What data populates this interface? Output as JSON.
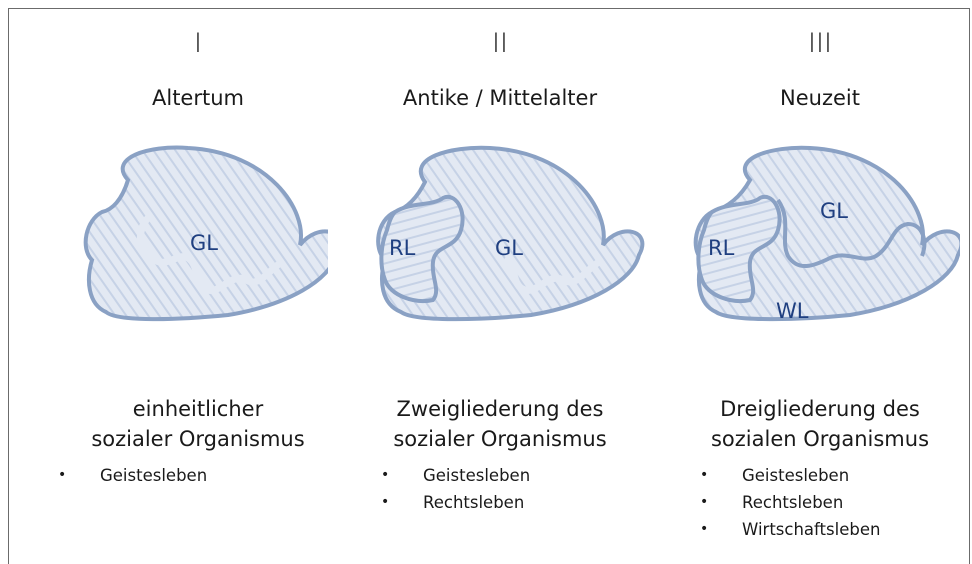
{
  "columns": [
    {
      "numeral": "I",
      "era": "Altertum",
      "labels": {
        "gl": "GL"
      },
      "description": [
        "einheitlicher",
        "sozialer Organismus"
      ],
      "items": [
        "Geistesleben"
      ]
    },
    {
      "numeral": "II",
      "era": "Antike / Mittelalter",
      "labels": {
        "rl": "RL",
        "gl": "GL"
      },
      "description": [
        "Zweigliederung des",
        "sozialer Organismus"
      ],
      "items": [
        "Geistesleben",
        "Rechtsleben"
      ]
    },
    {
      "numeral": "III",
      "era": "Neuzeit",
      "labels": {
        "rl": "RL",
        "gl": "GL",
        "wl": "WL"
      },
      "description": [
        "Dreigliederung des",
        "sozialen Organismus"
      ],
      "items": [
        "Geistesleben",
        "Rechtsleben",
        "Wirtschaftsleben"
      ]
    }
  ],
  "colors": {
    "fill": "#e3e9f3",
    "outline": "#8aa1c4",
    "hatch": "#c6d2e6",
    "label": "#1f3f80"
  }
}
